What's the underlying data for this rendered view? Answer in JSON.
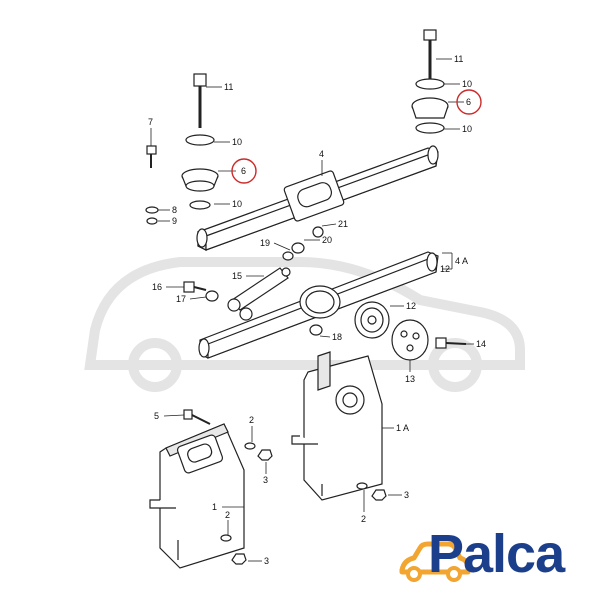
{
  "brand": {
    "name": "Palca",
    "color": "#1c3f8c",
    "accent": "#f2a530"
  },
  "callouts": [
    {
      "id": "c11a",
      "label": "11"
    },
    {
      "id": "c11b",
      "label": "11"
    },
    {
      "id": "c10a",
      "label": "10"
    },
    {
      "id": "c10b",
      "label": "10"
    },
    {
      "id": "c10c",
      "label": "10"
    },
    {
      "id": "c10d",
      "label": "10"
    },
    {
      "id": "c7",
      "label": "7"
    },
    {
      "id": "c6a",
      "label": "6"
    },
    {
      "id": "c6b",
      "label": "6"
    },
    {
      "id": "c8",
      "label": "8"
    },
    {
      "id": "c9",
      "label": "9"
    },
    {
      "id": "c4",
      "label": "4"
    },
    {
      "id": "c21",
      "label": "21"
    },
    {
      "id": "c20",
      "label": "20"
    },
    {
      "id": "c19",
      "label": "19"
    },
    {
      "id": "c15",
      "label": "15"
    },
    {
      "id": "c16",
      "label": "16"
    },
    {
      "id": "c17",
      "label": "17"
    },
    {
      "id": "c18",
      "label": "18"
    },
    {
      "id": "c12a",
      "label": "12"
    },
    {
      "id": "c12b",
      "label": "12"
    },
    {
      "id": "c4a",
      "label": "4 A"
    },
    {
      "id": "c14",
      "label": "14"
    },
    {
      "id": "c13",
      "label": "13"
    },
    {
      "id": "c5",
      "label": "5"
    },
    {
      "id": "c2a",
      "label": "2"
    },
    {
      "id": "c3a",
      "label": "3"
    },
    {
      "id": "c1",
      "label": "1"
    },
    {
      "id": "c2b",
      "label": "2"
    },
    {
      "id": "c3b",
      "label": "3"
    },
    {
      "id": "c1a",
      "label": "1 A"
    },
    {
      "id": "c3c",
      "label": "3"
    },
    {
      "id": "c2c",
      "label": "2"
    }
  ]
}
